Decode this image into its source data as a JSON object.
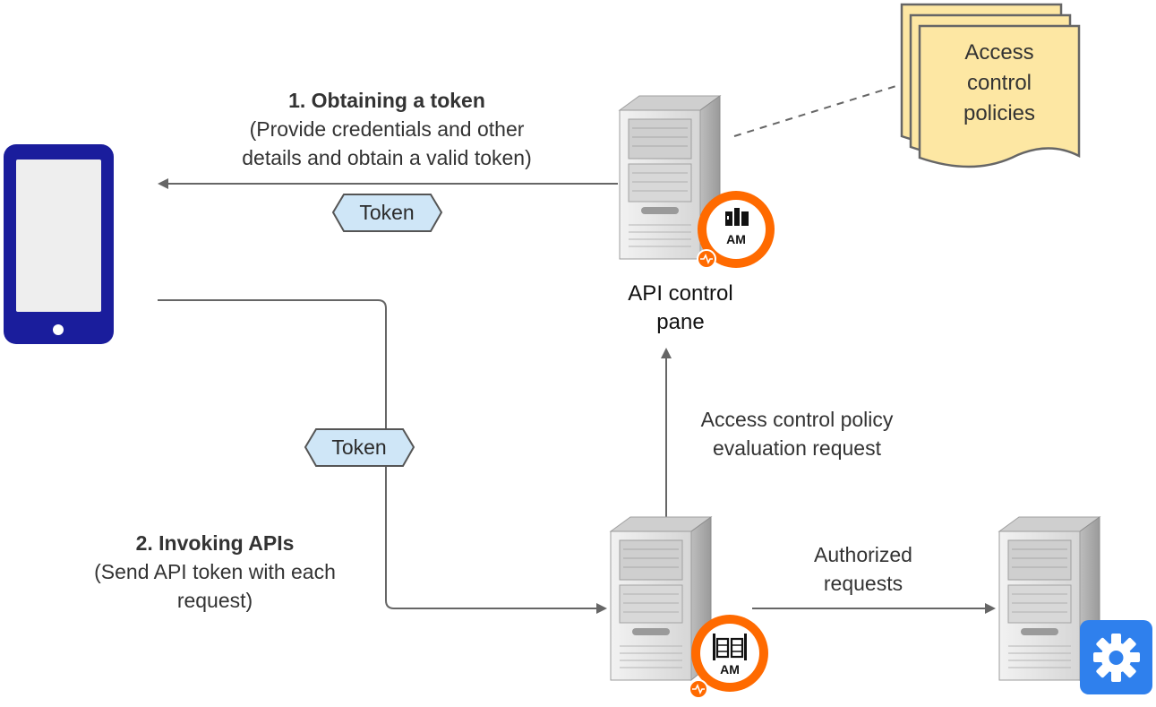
{
  "flow1": {
    "title": "1. Obtaining a token",
    "line1": "(Provide credentials and other",
    "line2": "details and obtain a valid token)"
  },
  "flow2": {
    "title": "2. Invoking APIs",
    "line1": "(Send API token with each",
    "line2": "request)"
  },
  "token_label_1": "Token",
  "token_label_2": "Token",
  "control_pane": {
    "line1": "API control",
    "line2": "pane"
  },
  "policy_request": {
    "line1": "Access control policy",
    "line2": "evaluation request"
  },
  "authorized": {
    "line1": "Authorized",
    "line2": "requests"
  },
  "policies_doc": {
    "line1": "Access",
    "line2": "control",
    "line3": "policies"
  },
  "badge_top": {
    "text": "AM",
    "icon": "microgateway-icon"
  },
  "badge_bottom": {
    "text": "AM",
    "icon": "saloon-doors-icon"
  },
  "colors": {
    "phone": "#1a1d9c",
    "badge": "#ff6a00",
    "token_fill": "#cfe6f7",
    "doc_fill": "#fde7a3",
    "gear_tile": "#2f80ed",
    "server_body": "#e4e4e4",
    "arrow": "#666666"
  }
}
